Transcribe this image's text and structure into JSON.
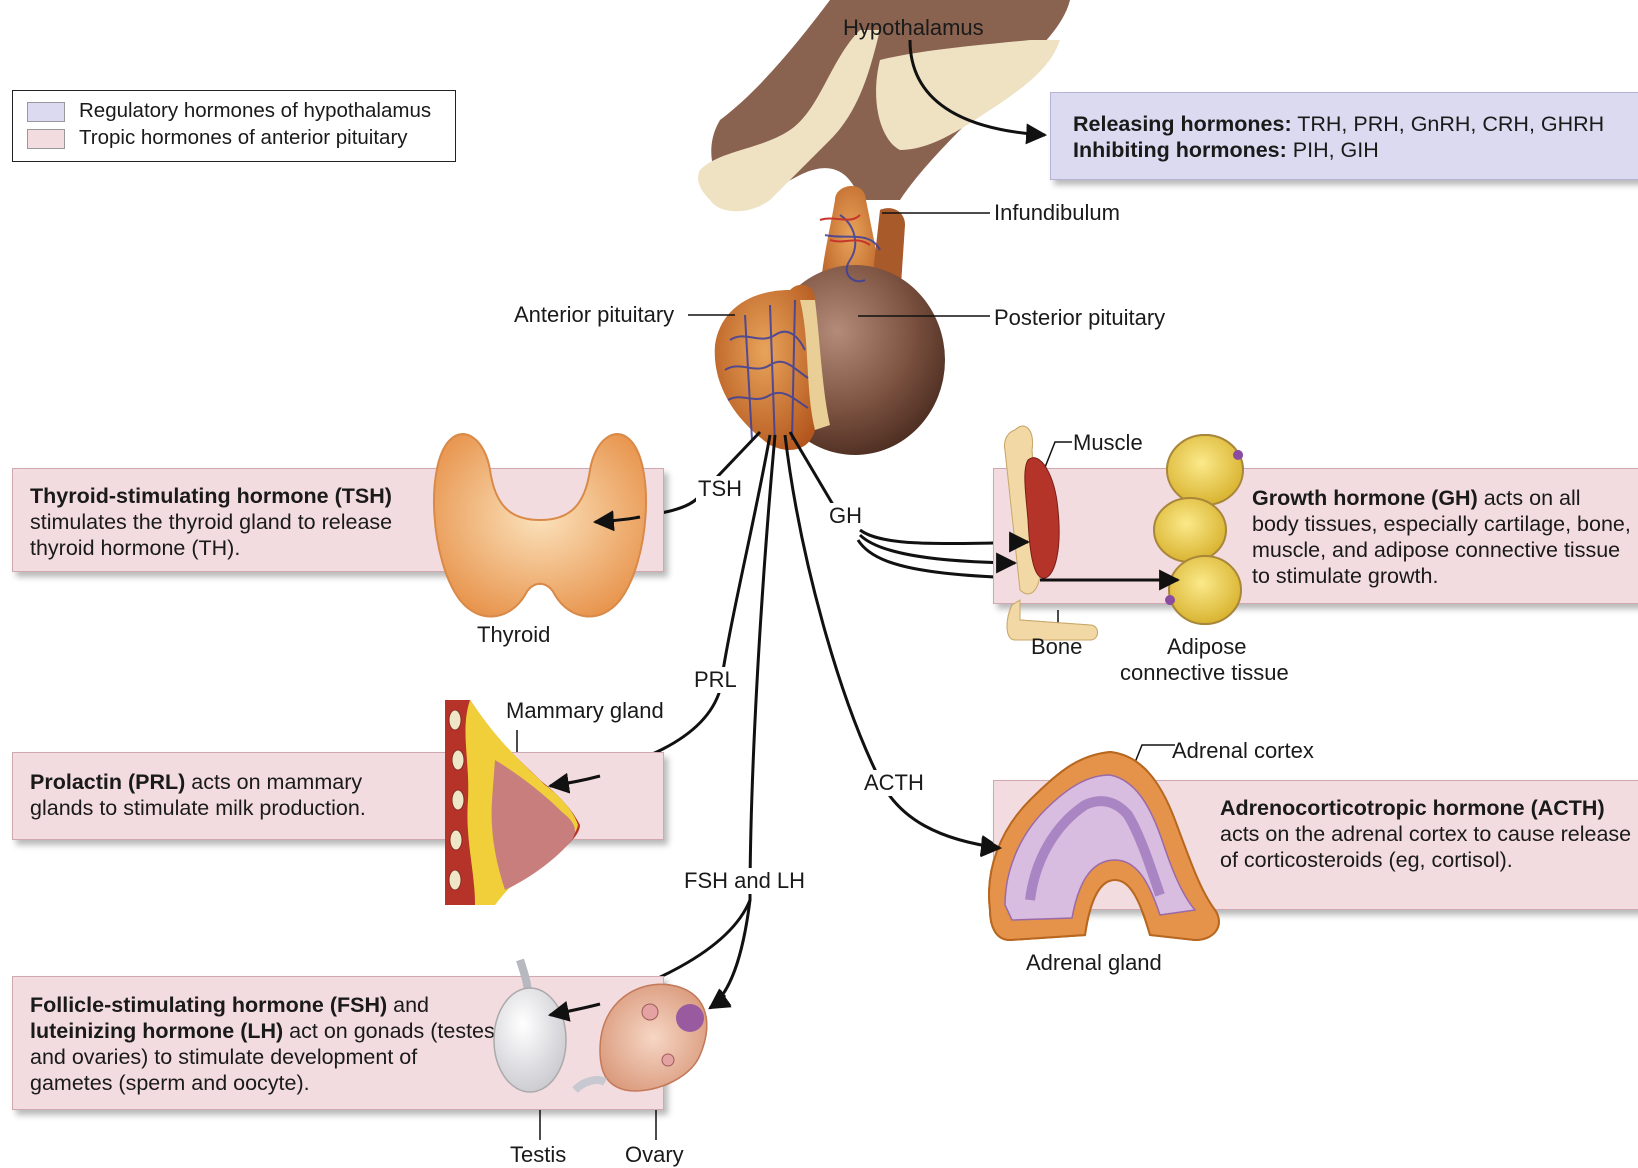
{
  "legend": {
    "items": [
      {
        "label": "Regulatory hormones of hypothalamus",
        "color": "#dcdaf0"
      },
      {
        "label": "Tropic hormones of anterior pituitary",
        "color": "#f2dcdf"
      }
    ]
  },
  "labels": {
    "hypothalamus": "Hypothalamus",
    "infundibulum": "Infundibulum",
    "anterior_pituitary": "Anterior pituitary",
    "posterior_pituitary": "Posterior pituitary",
    "thyroid": "Thyroid",
    "mammary_gland": "Mammary gland",
    "muscle": "Muscle",
    "bone": "Bone",
    "adipose_1": "Adipose",
    "adipose_2": "connective tissue",
    "adrenal_cortex": "Adrenal cortex",
    "adrenal_gland": "Adrenal gland",
    "testis": "Testis",
    "ovary": "Ovary"
  },
  "arrows": {
    "tsh": "TSH",
    "gh": "GH",
    "prl": "PRL",
    "acth": "ACTH",
    "fsh_lh": "FSH and LH"
  },
  "hypothalamic_box": {
    "releasing_label": "Releasing hormones:",
    "releasing_list": " TRH, PRH, GnRH, CRH, GHRH",
    "inhibiting_label": "Inhibiting hormones:",
    "inhibiting_list": " PIH, GIH"
  },
  "tsh_box": {
    "bold": "Thyroid-stimulating hormone (TSH)",
    "text": " stimulates the thyroid gland to release thyroid hormone (TH)."
  },
  "prl_box": {
    "bold": "Prolactin (PRL)",
    "text": " acts on mammary glands to stimulate milk production."
  },
  "fsh_box": {
    "bold1": "Follicle-stimulating hormone (FSH)",
    "text1": " and ",
    "bold2": "luteinizing hormone (LH)",
    "text2": " act on gonads (testes and ovaries) to stimulate development of gametes (sperm and oocyte)."
  },
  "gh_box": {
    "bold": "Growth hormone (GH)",
    "text": " acts on all body tissues, especially cartilage, bone, muscle, and adipose connective tissue to stimulate growth."
  },
  "acth_box": {
    "bold": "Adrenocorticotropic hormone (ACTH)",
    "text": " acts on the adrenal cortex to cause release of corticosteroids (eg, cortisol)."
  }
}
